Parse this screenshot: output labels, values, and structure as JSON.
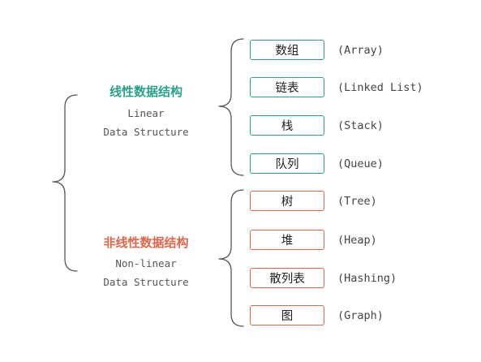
{
  "colors": {
    "linear_accent": "#2aa18a",
    "nonlinear_accent": "#e0664b",
    "brace": "#555555"
  },
  "groups": {
    "linear": {
      "title": "线性数据结构",
      "subtitle_line1": "Linear",
      "subtitle_line2": "Data Structure"
    },
    "nonlinear": {
      "title": "非线性数据结构",
      "subtitle_line1": "Non-linear",
      "subtitle_line2": "Data Structure"
    }
  },
  "linear_items": [
    {
      "label": "数组",
      "english": "(Array)"
    },
    {
      "label": "链表",
      "english": "(Linked List)"
    },
    {
      "label": "栈",
      "english": "(Stack)"
    },
    {
      "label": "队列",
      "english": "(Queue)"
    }
  ],
  "nonlinear_items": [
    {
      "label": "树",
      "english": "(Tree)"
    },
    {
      "label": "堆",
      "english": "(Heap)"
    },
    {
      "label": "散列表",
      "english": "(Hashing)"
    },
    {
      "label": "图",
      "english": "(Graph)"
    }
  ]
}
